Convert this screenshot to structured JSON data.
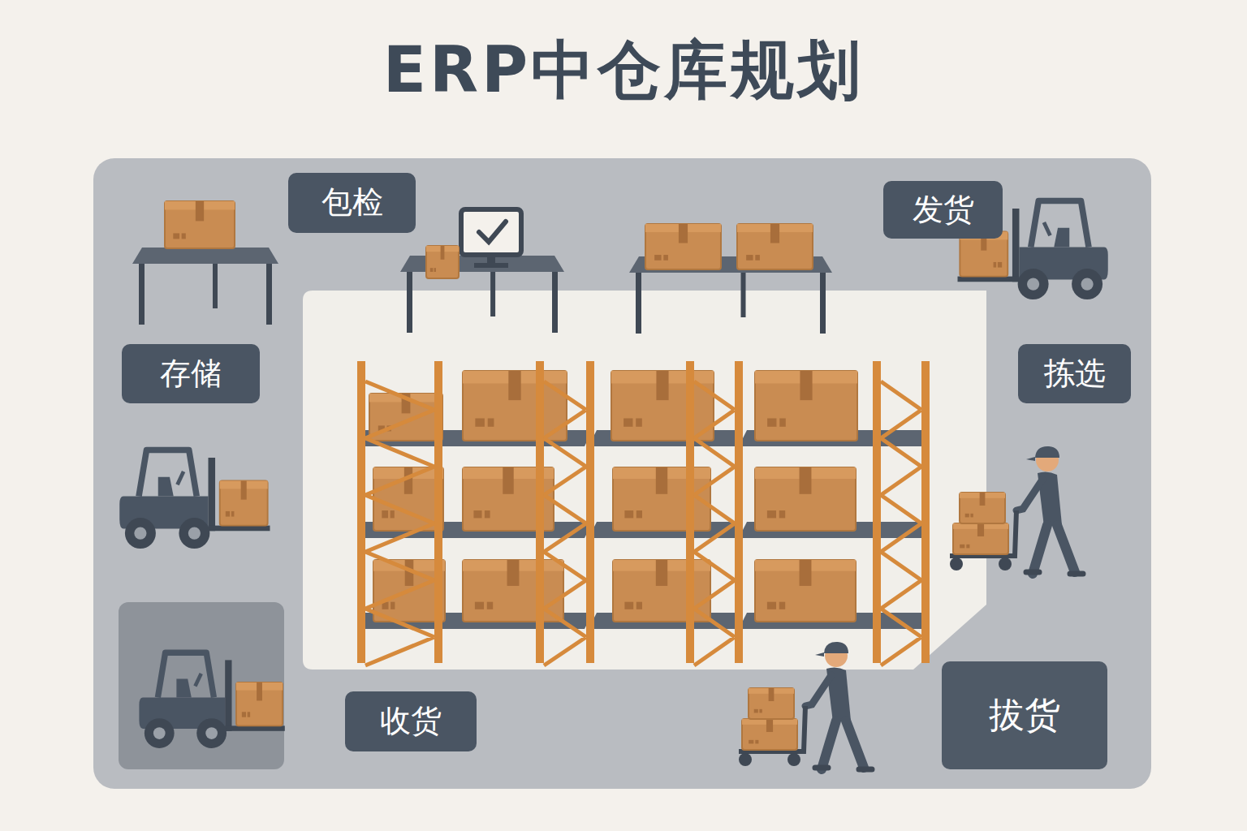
{
  "diagram": {
    "title": "ERP中仓库规划",
    "nodes": [
      {
        "text": [
          "包检"
        ]
      },
      {
        "text": [
          "发货"
        ]
      },
      {
        "text": [
          "存储"
        ]
      },
      {
        "text": [
          "拣选"
        ]
      },
      {
        "text": [
          "收货"
        ]
      },
      {
        "text": [
          "拔货"
        ]
      }
    ]
  }
}
